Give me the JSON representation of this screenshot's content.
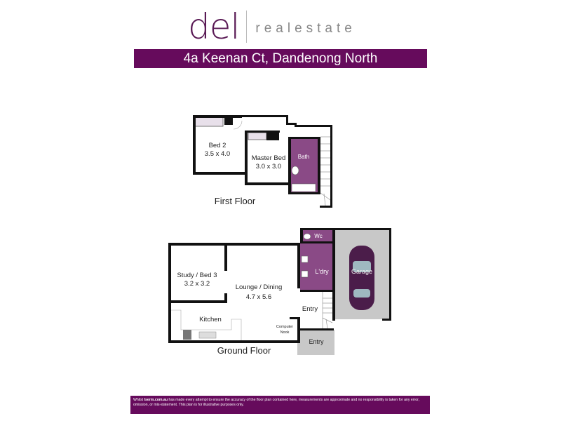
{
  "brand": {
    "logo_main": "del",
    "logo_sub": "realestate",
    "color": "#660b5c"
  },
  "address": "4a Keenan Ct, Dandenong North",
  "first_floor": {
    "title": "First Floor",
    "rooms": [
      {
        "name": "Bed 2",
        "size": "3.5 x 4.0"
      },
      {
        "name": "Master Bed",
        "size": "3.0 x 3.0"
      },
      {
        "name": "Bath"
      }
    ]
  },
  "ground_floor": {
    "title": "Ground Floor",
    "rooms": [
      {
        "name": "Study / Bed 3",
        "size": "3.2 x 3.2"
      },
      {
        "name": "Lounge / Dining",
        "size": "4.7 x 5.6"
      },
      {
        "name": "Kitchen"
      },
      {
        "name": "Computer",
        "name2": "Nook"
      },
      {
        "name": "Wc"
      },
      {
        "name": "L'dry"
      },
      {
        "name": "Garage"
      },
      {
        "name": "Entry"
      },
      {
        "name": "Entry"
      }
    ]
  },
  "disclaimer": {
    "prefix": "Whilst ",
    "site": "lserm.com.au",
    "text": " has made every attempt to ensure the accuracy of the floor plan contained here, measurements are approximate and no responsibility is taken for any error, omission, or mis-statement. This plan is for illustrative purposes only."
  }
}
